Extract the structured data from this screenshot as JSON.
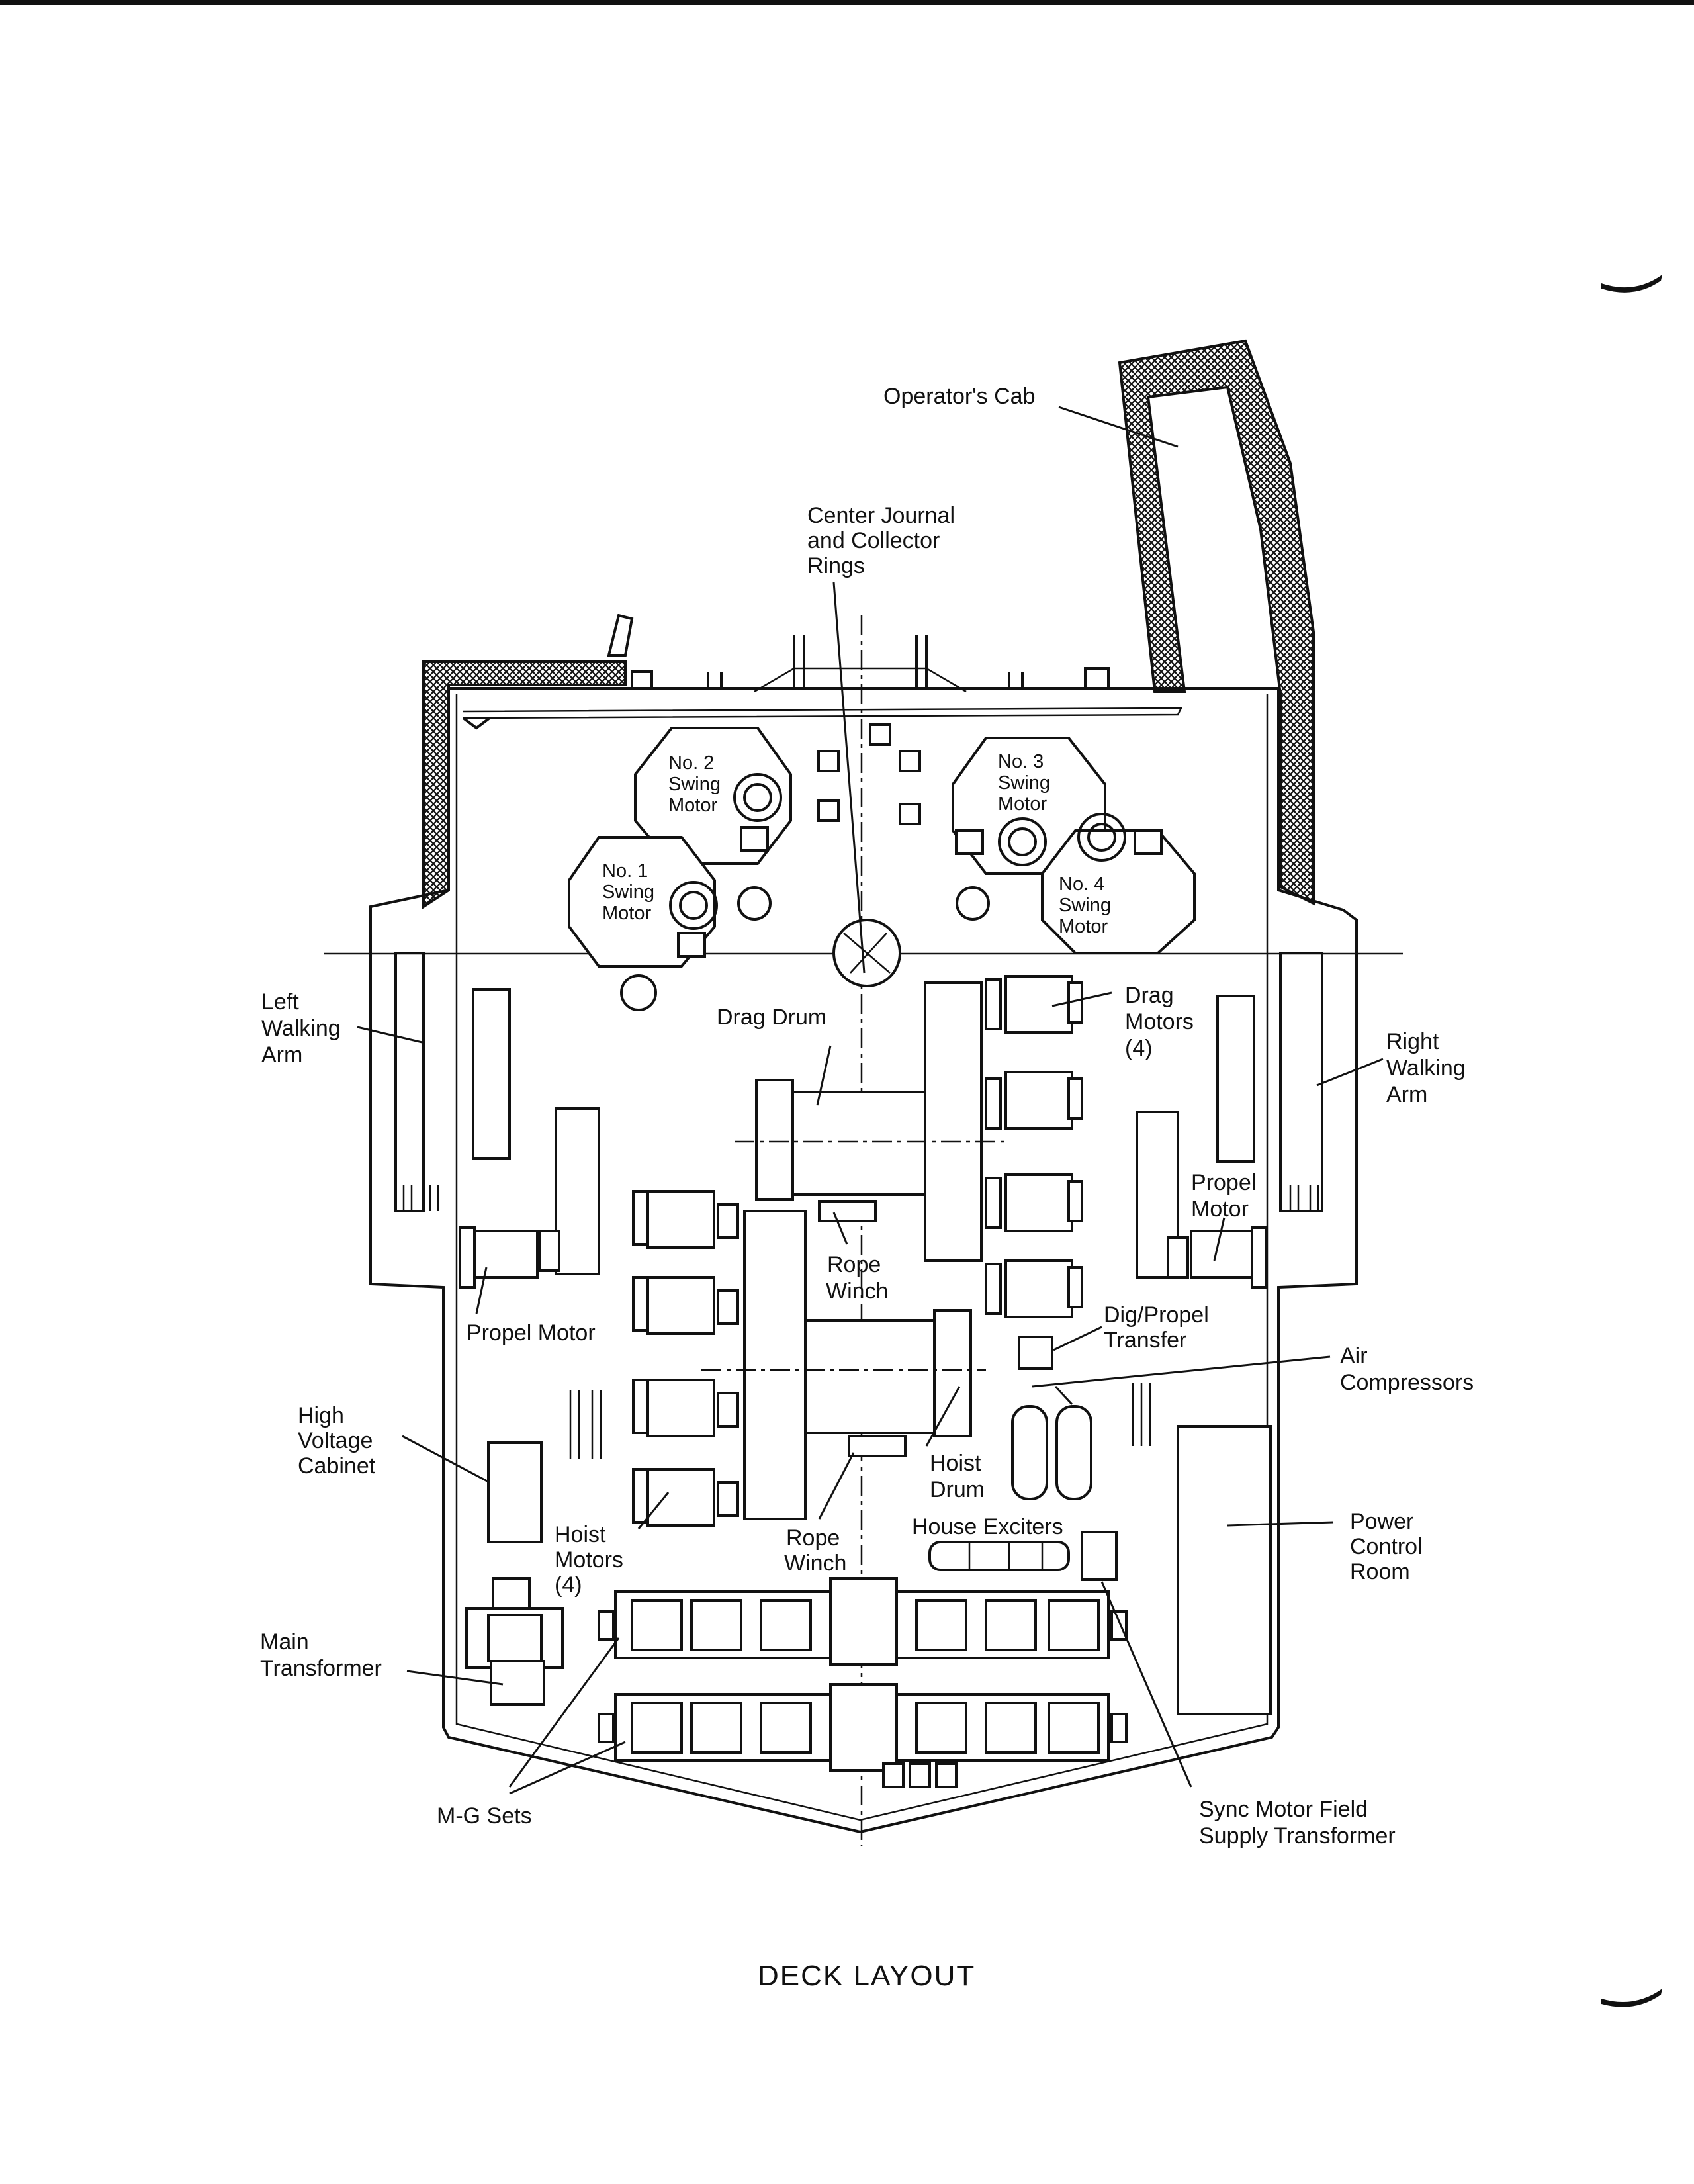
{
  "title": "DECK LAYOUT",
  "labels": {
    "operators_cab": "Operator's Cab",
    "center_journal": [
      "Center Journal",
      "and Collector",
      "Rings"
    ],
    "swing_motor_2": [
      "No. 2",
      "Swing",
      "Motor"
    ],
    "swing_motor_3": [
      "No. 3",
      "Swing",
      "Motor"
    ],
    "swing_motor_1": [
      "No. 1",
      "Swing",
      "Motor"
    ],
    "swing_motor_4": [
      "No. 4",
      "Swing",
      "Motor"
    ],
    "left_walking_arm": [
      "Left",
      "Walking",
      "Arm"
    ],
    "right_walking_arm": [
      "Right",
      "Walking",
      "Arm"
    ],
    "drag_drum": "Drag Drum",
    "drag_motors": [
      "Drag",
      "Motors",
      "(4)"
    ],
    "propel_motor_right": [
      "Propel",
      "Motor"
    ],
    "propel_motor_left": "Propel Motor",
    "rope_winch_upper": [
      "Rope",
      "Winch"
    ],
    "dig_propel_transfer": [
      "Dig/Propel",
      "Transfer"
    ],
    "air_compressors": [
      "Air",
      "Compressors"
    ],
    "high_voltage_cabinet": [
      "High",
      "Voltage",
      "Cabinet"
    ],
    "hoist_drum": [
      "Hoist",
      "Drum"
    ],
    "hoist_motors": [
      "Hoist",
      "Motors",
      "(4)"
    ],
    "rope_winch_lower": [
      "Rope",
      "Winch"
    ],
    "house_exciters": "House Exciters",
    "power_control_room": [
      "Power",
      "Control",
      "Room"
    ],
    "main_transformer": [
      "Main",
      "Transformer"
    ],
    "mg_sets": "M-G Sets",
    "sync_motor_transformer": [
      "Sync Motor Field",
      "Supply Transformer"
    ]
  }
}
